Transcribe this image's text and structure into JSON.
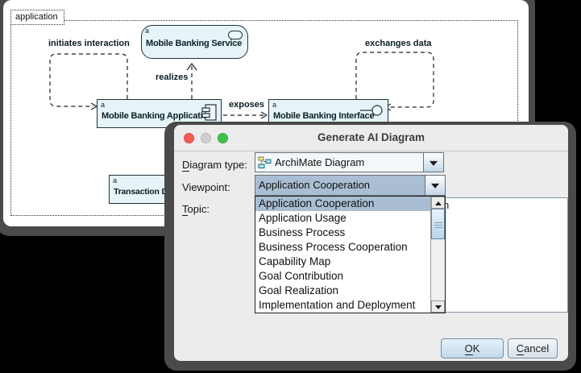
{
  "canvas": {
    "container_label": "application",
    "nodes": [
      {
        "badge": "a",
        "name": "Mobile Banking Service"
      },
      {
        "badge": "a",
        "name": "Mobile Banking Application"
      },
      {
        "badge": "a",
        "name": "Mobile Banking Interface"
      },
      {
        "badge": "a",
        "name": "Transaction Data"
      }
    ],
    "edges": [
      {
        "label": "initiates interaction"
      },
      {
        "label": "realizes"
      },
      {
        "label": "exposes"
      },
      {
        "label": "exchanges data"
      }
    ]
  },
  "dialog": {
    "title": "Generate AI Diagram",
    "fields": {
      "diagram_type": {
        "label_mn": "D",
        "label_rest": "iagram type:",
        "value": "ArchiMate Diagram"
      },
      "viewpoint": {
        "label": "Viewpoint:",
        "value": "Application Cooperation"
      },
      "topic": {
        "label_mn": "T",
        "label_rest": "opic:",
        "visible_fragment": "n"
      }
    },
    "viewpoint_options": [
      "Application Cooperation",
      "Application Usage",
      "Business Process",
      "Business Process Cooperation",
      "Capability Map",
      "Goal Contribution",
      "Goal Realization",
      "Implementation and Deployment"
    ],
    "selected_option": "Application Cooperation",
    "buttons": {
      "ok_mn": "O",
      "ok_rest": "K",
      "cancel_mn": "C",
      "cancel_rest": "ancel"
    }
  },
  "colors": {
    "selection": "#a9bed2",
    "element_fill": "#e6f4f9",
    "dialog_bg": "#ececec",
    "window_frame": "#4a4a4a",
    "traffic_red": "#f45c52",
    "traffic_gray": "#cecece",
    "traffic_green": "#3ec14a"
  }
}
